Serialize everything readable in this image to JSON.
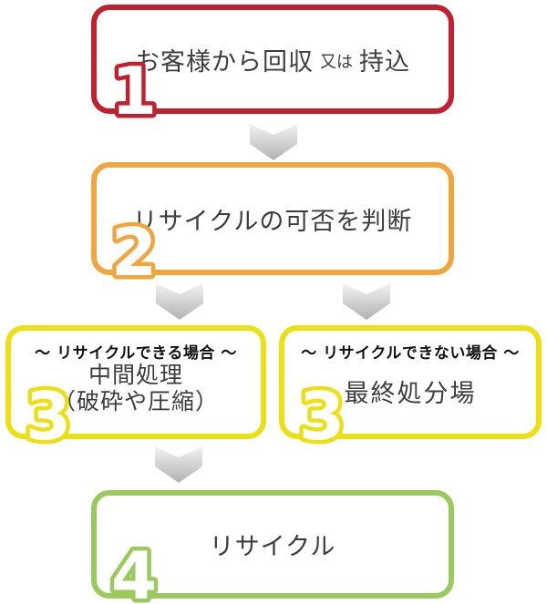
{
  "diagram": {
    "description": "recycling-process-flowchart"
  },
  "steps": {
    "step1": {
      "number": "1",
      "text_main": "お客様から回収",
      "text_small": "又は",
      "text_tail": "持込",
      "border_color": "#c1202f"
    },
    "step2": {
      "number": "2",
      "label": "リサイクルの可否を判断",
      "border_color": "#f0a63c"
    },
    "step3a": {
      "number": "3",
      "header": "～ リサイクルできる場合 ～",
      "line1": "中間処理",
      "line2": "（破砕や圧縮）",
      "border_color": "#ece015"
    },
    "step3b": {
      "number": "3",
      "header": "～ リサイクルできない場合 ～",
      "label": "最終処分場",
      "border_color": "#ece015"
    },
    "step4": {
      "number": "4",
      "label": "リサイクル",
      "border_color": "#9aca5c"
    }
  },
  "arrow": {
    "shape": "chevron-down",
    "gradient_top": "#f3f3f3",
    "gradient_bottom": "#b2b2b2"
  },
  "text_color": "#3d3d3d",
  "background_color": "#ffffff"
}
